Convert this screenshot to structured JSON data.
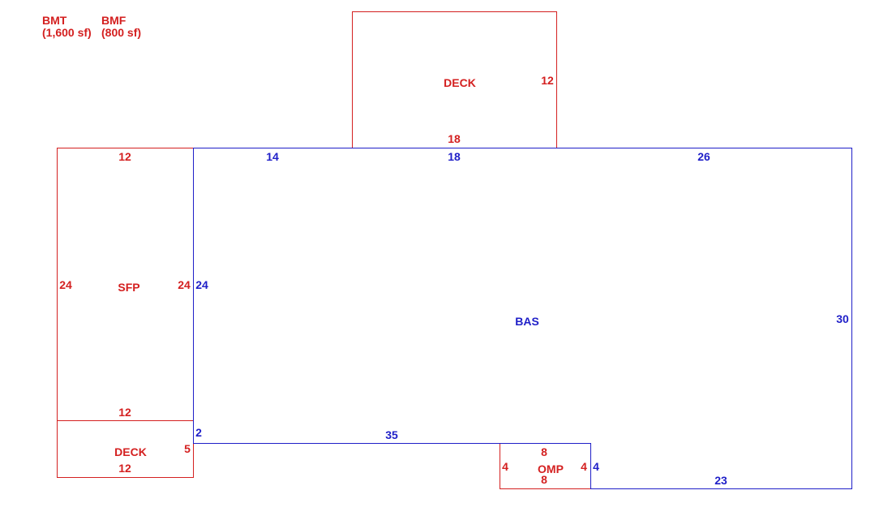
{
  "colors": {
    "red": "#d42020",
    "blue": "#1f1fc8"
  },
  "legend": {
    "items": [
      {
        "code": "BMT",
        "area": "(1,600 sf)"
      },
      {
        "code": "BMF",
        "area": "(800 sf)"
      }
    ]
  },
  "areas": {
    "deck_top": {
      "name": "DECK",
      "dims": {
        "bottom": "18",
        "right": "12"
      }
    },
    "sfp": {
      "name": "SFP",
      "dims": {
        "top": "12",
        "left": "24",
        "right": "24",
        "bottom": "12"
      }
    },
    "deck_bottom": {
      "name": "DECK",
      "dims": {
        "right": "5",
        "bottom": "12"
      }
    },
    "omp": {
      "name": "OMP",
      "dims": {
        "top": "8",
        "left": "4",
        "right": "4",
        "bottom": "8"
      }
    },
    "bas": {
      "name": "BAS",
      "dims": {
        "top_a": "14",
        "top_b": "18",
        "top_c": "26",
        "left": "24",
        "right": "30",
        "step": "2",
        "bottom_a": "35",
        "omp_side": "4",
        "bottom_b": "23"
      }
    }
  }
}
